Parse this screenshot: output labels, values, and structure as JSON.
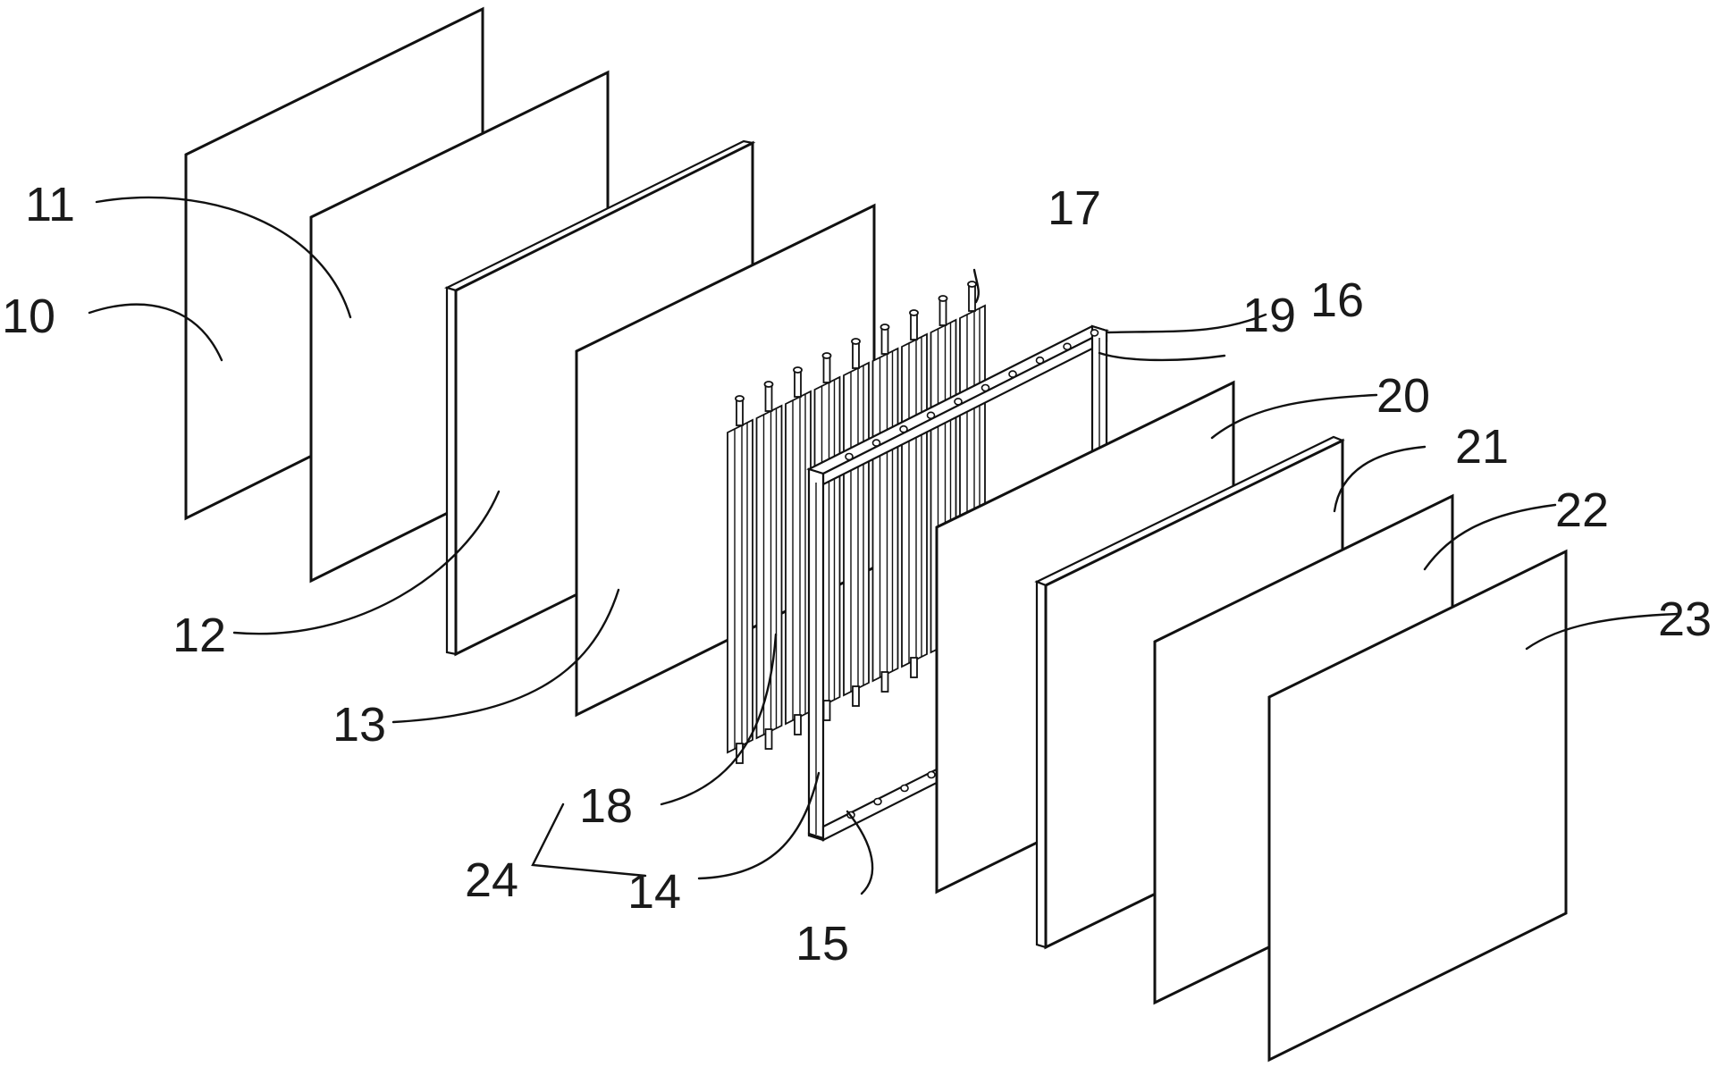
{
  "labels": {
    "l10": "10",
    "l11": "11",
    "l12": "12",
    "l13": "13",
    "l14": "14",
    "l15": "15",
    "l16": "16",
    "l17": "17",
    "l18": "18",
    "l19": "19",
    "l20": "20",
    "l21": "21",
    "l22": "22",
    "l23": "23",
    "l24": "24"
  },
  "colors": {
    "stroke": "#111111",
    "background": "#ffffff"
  }
}
